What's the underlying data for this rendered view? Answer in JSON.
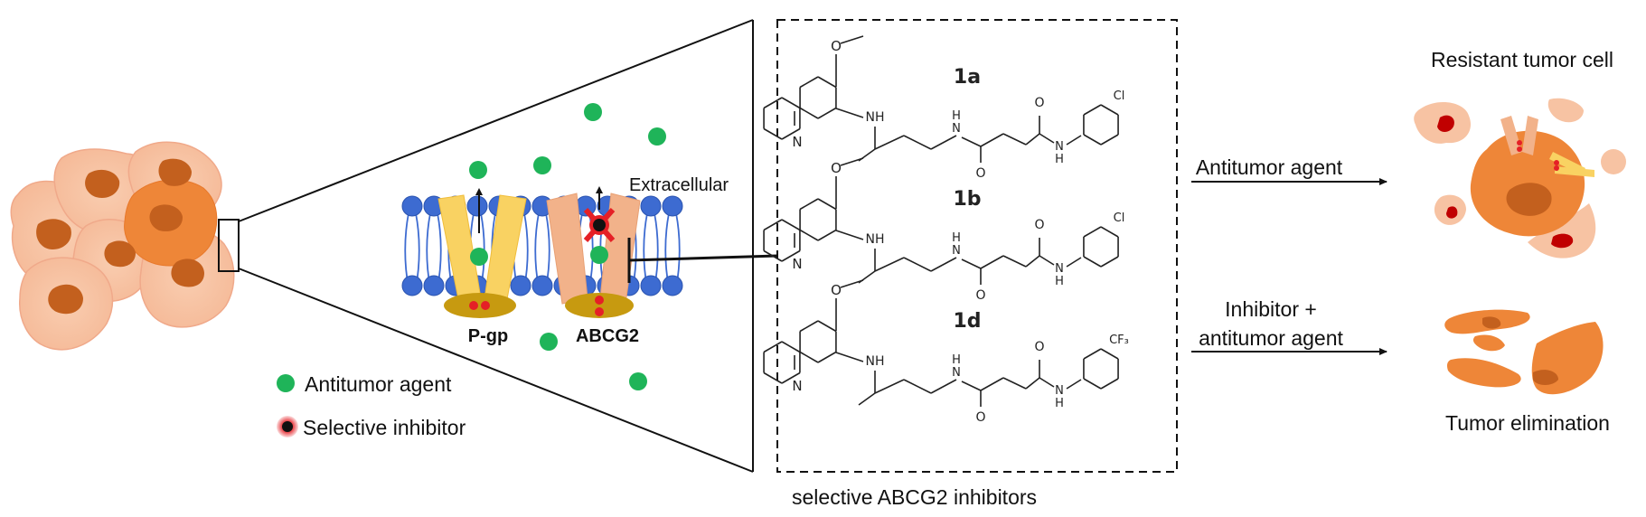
{
  "labels": {
    "extracellular": "Extracellular",
    "pgp": "P-gp",
    "abcg2": "ABCG2",
    "legend_agent": "Antitumor agent",
    "legend_inhibitor": "Selective inhibitor",
    "box_caption": "selective ABCG2 inhibitors",
    "arrow_top": "Antitumor agent",
    "arrow_bottom_line1": "Inhibitor +",
    "arrow_bottom_line2": "antitumor agent",
    "resistant": "Resistant tumor cell",
    "elimination": "Tumor elimination"
  },
  "compounds": [
    {
      "id": "1a",
      "substituent": "Cl"
    },
    {
      "id": "1b",
      "substituent": "Cl"
    },
    {
      "id": "1d",
      "substituent": "CF3"
    }
  ],
  "atoms": {
    "N": "N",
    "NH": "NH",
    "H": "H",
    "O": "O"
  },
  "colors": {
    "cell_light": "#f7c3a3",
    "cell_stroke": "#f0a98a",
    "cell_dark": "#ee8638",
    "nucleus": "#c3601e",
    "lipid_head": "#3d6bd1",
    "pgp": "#f9d262",
    "abcg2": "#f2b28a",
    "nbd": "#c79a10",
    "agent": "#1fb459",
    "inhibitor_red": "#e52026",
    "blood": "#c00000"
  }
}
